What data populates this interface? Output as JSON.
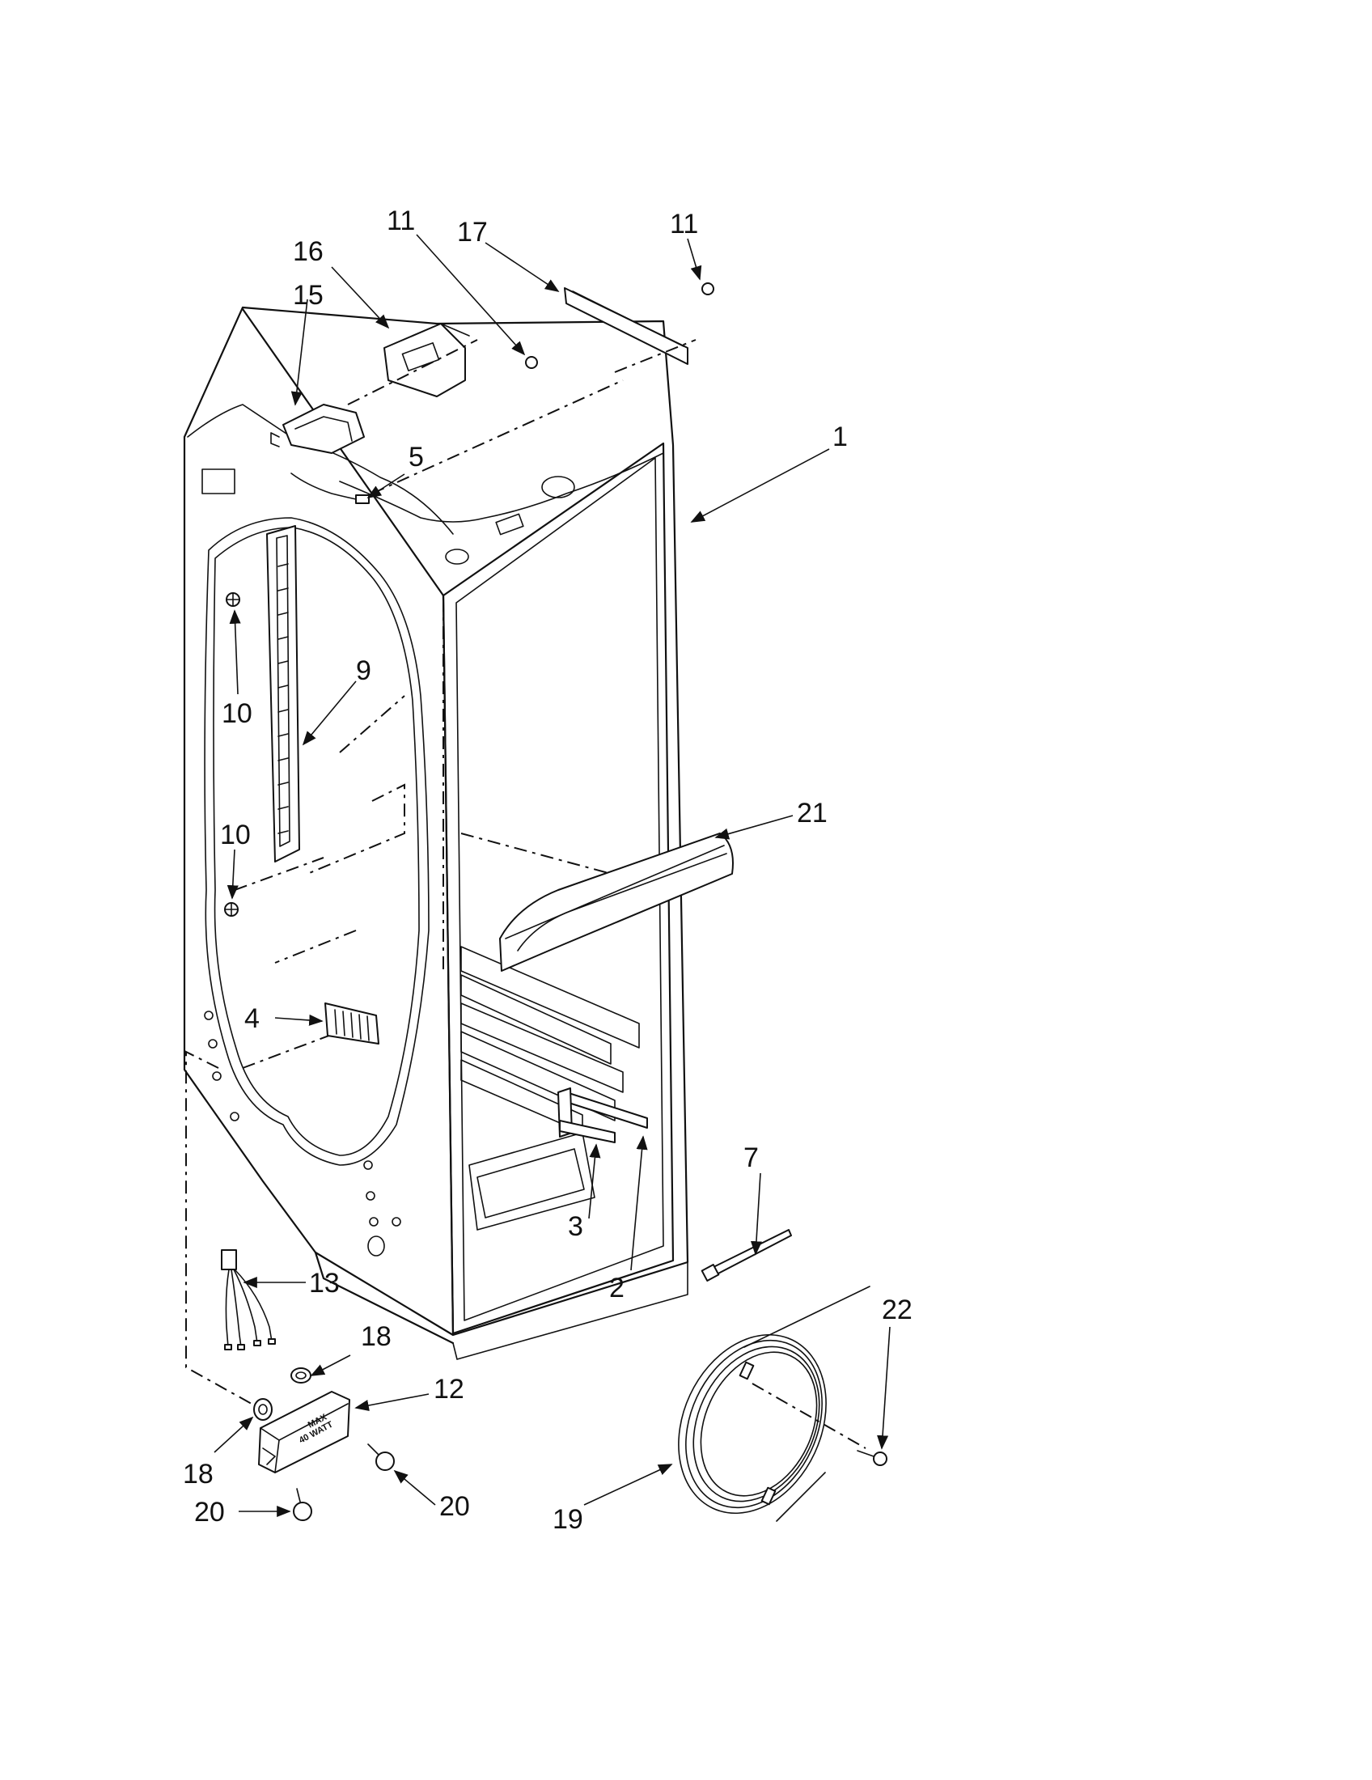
{
  "diagram": {
    "callouts": [
      {
        "id": "c1",
        "text": "1"
      },
      {
        "id": "c2",
        "text": "2"
      },
      {
        "id": "c3",
        "text": "3"
      },
      {
        "id": "c4",
        "text": "4"
      },
      {
        "id": "c5",
        "text": "5"
      },
      {
        "id": "c7",
        "text": "7"
      },
      {
        "id": "c9",
        "text": "9"
      },
      {
        "id": "c10a",
        "text": "10"
      },
      {
        "id": "c10b",
        "text": "10"
      },
      {
        "id": "c11a",
        "text": "11"
      },
      {
        "id": "c11b",
        "text": "11"
      },
      {
        "id": "c12",
        "text": "12"
      },
      {
        "id": "c13",
        "text": "13"
      },
      {
        "id": "c15",
        "text": "15"
      },
      {
        "id": "c16",
        "text": "16"
      },
      {
        "id": "c17",
        "text": "17"
      },
      {
        "id": "c18a",
        "text": "18"
      },
      {
        "id": "c18b",
        "text": "18"
      },
      {
        "id": "c19",
        "text": "19"
      },
      {
        "id": "c20a",
        "text": "20"
      },
      {
        "id": "c20b",
        "text": "20"
      },
      {
        "id": "c21",
        "text": "21"
      },
      {
        "id": "c22",
        "text": "22"
      }
    ],
    "lamp_housing_stamp": [
      "MAX",
      "40 WATT"
    ]
  }
}
